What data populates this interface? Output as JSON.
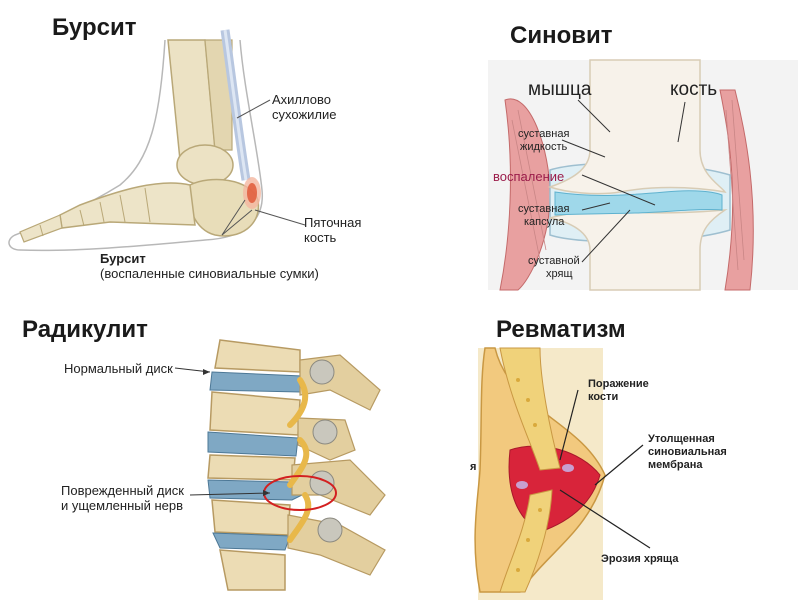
{
  "bursitis": {
    "title": "Бурсит",
    "achilles_1": "Ахиллово",
    "achilles_2": "сухожилие",
    "heel_1": "Пяточная",
    "heel_2": "кость",
    "bursa_1": "Бурсит",
    "bursa_2": "(воспаленные синовиальные сумки)"
  },
  "synovitis": {
    "title": "Синовит",
    "muscle": "мышца",
    "bone": "кость",
    "fluid_1": "суставная",
    "fluid_2": "жидкость",
    "inflammation": "воспаление",
    "capsule_1": "суставная",
    "capsule_2": "капсула",
    "cartilage_1": "суставной",
    "cartilage_2": "хрящ"
  },
  "radiculitis": {
    "title": "Радикулит",
    "normal_disc": "Нормальный диск",
    "damaged_1": "Поврежденный диск",
    "damaged_2": "и ущемленный нерв"
  },
  "rheumatism": {
    "title": "Ревматизм",
    "bone_damage_1": "Поражение",
    "bone_damage_2": "кости",
    "membrane_1": "Утолщенная",
    "membrane_2": "синовиальная",
    "membrane_3": "мембрана",
    "erosion": "Эрозия хряща",
    "edge_fragment": "я"
  },
  "colors": {
    "bone": "#efe6c8",
    "bone_dark": "#c9b98a",
    "inflammation": "#e05a3a",
    "fluid": "#9fd8ea",
    "muscle": "#e8a0a0",
    "disc": "#7fa8c4",
    "nerve": "#e8b84a",
    "synovial_red": "#d8243a",
    "rheum_yellow": "#f0c850"
  }
}
